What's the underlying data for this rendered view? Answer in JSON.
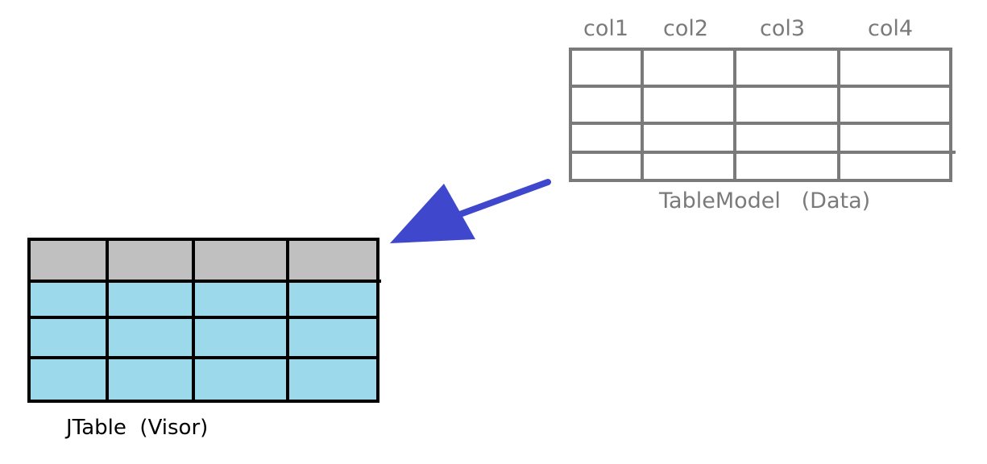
{
  "table_model": {
    "columns": [
      "col1",
      "col2",
      "col3",
      "col4"
    ],
    "caption": "TableModel   (Data)",
    "line_color": "#7a7a7a"
  },
  "jtable": {
    "caption": "JTable  (Visor)",
    "header_color": "#c0c0c0",
    "cell_color": "#9cd9eb",
    "line_color": "#000000"
  },
  "arrow": {
    "color": "#3f48cc",
    "direction": "from TableModel to JTable"
  }
}
